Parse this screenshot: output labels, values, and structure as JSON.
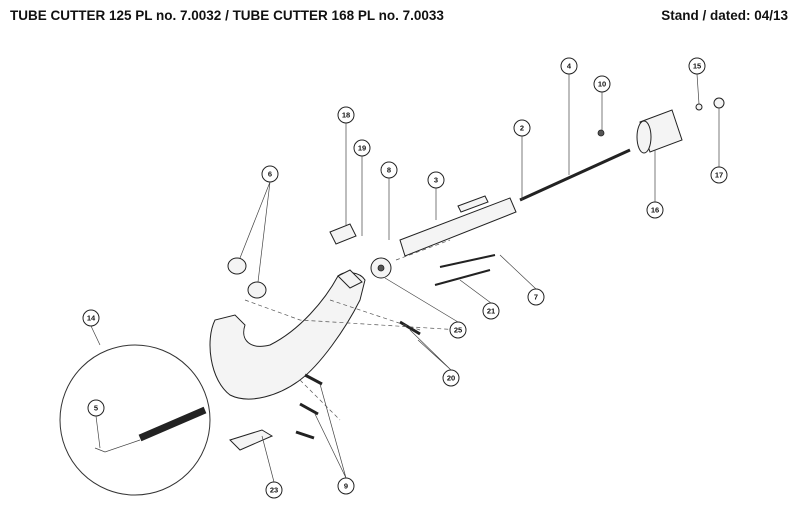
{
  "header": {
    "title": "TUBE CUTTER 125 PL no. 7.0032 / TUBE CUTTER 168 PL no. 7.0033",
    "dated": "Stand / dated: 04/13"
  },
  "callouts": [
    "18",
    "19",
    "8",
    "3",
    "2",
    "4",
    "10",
    "15",
    "17",
    "16",
    "6",
    "7",
    "21",
    "25",
    "20",
    "14",
    "5",
    "9",
    "23"
  ]
}
